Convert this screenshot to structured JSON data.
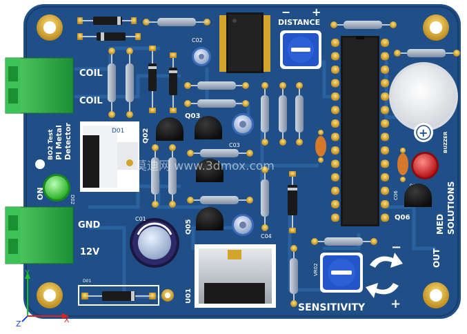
{
  "colors": {
    "board": "#1f4f86",
    "board_dark": "#173d6b",
    "trace": "#2a5e98",
    "pad_gold": "#d4a52a",
    "silk": "#ffffff",
    "connector_green": "#2fb04a",
    "led_green": "#35e13a",
    "led_red": "#e8161a",
    "chip_black": "#141414",
    "resistor_body": "#9aa7b8",
    "trimmer_blue": "#2354c8"
  },
  "board_labels": {
    "coil_top": "COIL",
    "coil_bottom": "COIL",
    "title_line1": "PI Metal",
    "title_line2": "Detector",
    "title_line3": "BO2 Test",
    "on": "ON",
    "gnd": "GND",
    "v12": "12V",
    "distance": "DISTANCE",
    "distance_minus": "−",
    "distance_plus": "+",
    "sensitivity": "SENSITIVITY",
    "sens_minus": "−",
    "sens_plus": "+",
    "buzzer": "BUZZER",
    "brand_line1": "MED",
    "brand_line2": "SOLUTIONS",
    "out": "OUT",
    "buzzer_plus": "+"
  },
  "designators": {
    "c02": "C02",
    "q03": "Q03",
    "q02": "Q02",
    "d01_top": "D01",
    "c03": "C03",
    "c01": "C01",
    "q05": "Q05",
    "c04": "C04",
    "d02": "D02",
    "u01": "U01",
    "d01_bottom": "D01",
    "vr02": "VR02",
    "c06": "C06",
    "d08": "D08",
    "q06": "Q06"
  },
  "axes": {
    "y": "Y",
    "x": "X",
    "z": "Z"
  },
  "watermark": "莫迪网 www.3dmox.com"
}
